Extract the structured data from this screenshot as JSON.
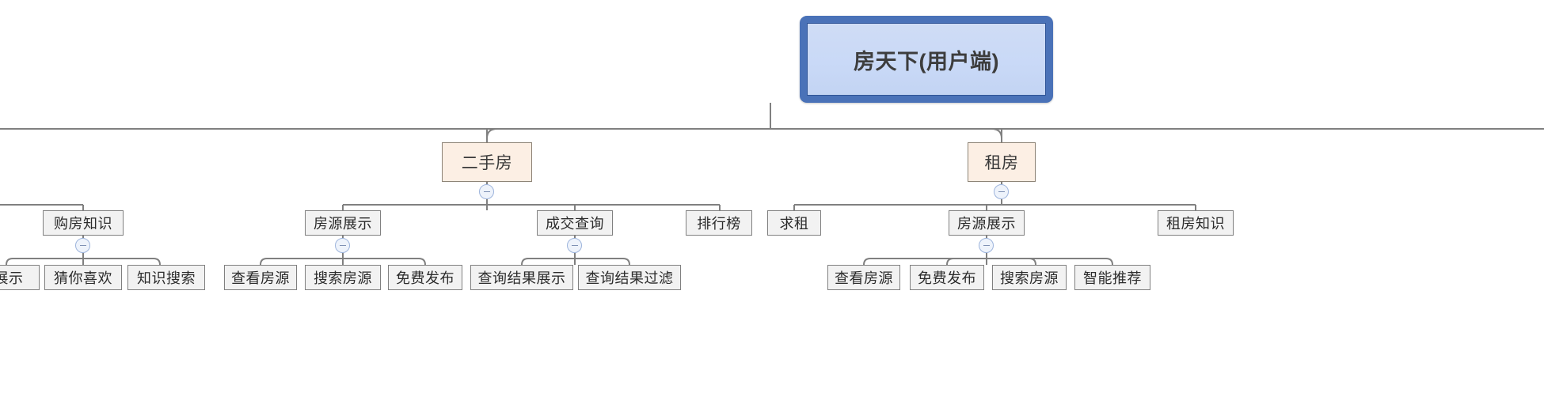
{
  "diagram": {
    "type": "tree-mindmap",
    "title": "房天下(用户端)",
    "colors": {
      "root_border": "#4a72b8",
      "root_fill": "#c9d9f7",
      "branch_fill": "#fcefe4",
      "branch_border": "#8c8275",
      "node_fill": "#f2f2f2",
      "node_border": "#808080",
      "edge": "#808080",
      "toggle_border": "#9db4dc",
      "toggle_fill": "#eef3fb"
    }
  },
  "root": {
    "label": "房天下(用户端)"
  },
  "branches": [
    {
      "id": "ershoufang",
      "label": "二手房"
    },
    {
      "id": "zufang",
      "label": "租房"
    }
  ],
  "level2": [
    {
      "id": "goufang-zhishi",
      "label": "购房知识",
      "parent": "hidden-left"
    },
    {
      "id": "fangyuan-zhanshi-1",
      "label": "房源展示",
      "parent": "ershoufang"
    },
    {
      "id": "chengjiao-chaxun",
      "label": "成交查询",
      "parent": "ershoufang"
    },
    {
      "id": "paihangbang",
      "label": "排行榜",
      "parent": "ershoufang"
    },
    {
      "id": "qiuzu",
      "label": "求租",
      "parent": "zufang"
    },
    {
      "id": "fangyuan-zhanshi-2",
      "label": "房源展示",
      "parent": "zufang"
    },
    {
      "id": "zufang-zhishi",
      "label": "租房知识",
      "parent": "zufang"
    }
  ],
  "leaves": [
    {
      "id": "zhanshi",
      "label": "展示",
      "parent": "goufang-zhishi",
      "clipped": true
    },
    {
      "id": "cainixihuan",
      "label": "猜你喜欢",
      "parent": "goufang-zhishi"
    },
    {
      "id": "zhishi-sousuo",
      "label": "知识搜索",
      "parent": "goufang-zhishi"
    },
    {
      "id": "chakan-fangyuan-1",
      "label": "查看房源",
      "parent": "fangyuan-zhanshi-1"
    },
    {
      "id": "sousuo-fangyuan-1",
      "label": "搜索房源",
      "parent": "fangyuan-zhanshi-1"
    },
    {
      "id": "mianfei-fabu-1",
      "label": "免费发布",
      "parent": "fangyuan-zhanshi-1"
    },
    {
      "id": "chaxun-jieguo-zhanshi",
      "label": "查询结果展示",
      "parent": "chengjiao-chaxun"
    },
    {
      "id": "chaxun-jieguo-guolv",
      "label": "查询结果过滤",
      "parent": "chengjiao-chaxun"
    },
    {
      "id": "chakan-fangyuan-2",
      "label": "查看房源",
      "parent": "fangyuan-zhanshi-2"
    },
    {
      "id": "mianfei-fabu-2",
      "label": "免费发布",
      "parent": "fangyuan-zhanshi-2"
    },
    {
      "id": "sousuo-fangyuan-2",
      "label": "搜索房源",
      "parent": "fangyuan-zhanshi-2"
    },
    {
      "id": "zhineng-tuijian",
      "label": "智能推荐",
      "parent": "fangyuan-zhanshi-2"
    }
  ],
  "toggles": [
    {
      "id": "toggle-ershoufang",
      "state": "expanded",
      "glyph": "minus"
    },
    {
      "id": "toggle-zufang",
      "state": "expanded",
      "glyph": "minus"
    },
    {
      "id": "toggle-goufang-zhishi",
      "state": "expanded",
      "glyph": "minus"
    },
    {
      "id": "toggle-fangyuan-zhanshi-1",
      "state": "expanded",
      "glyph": "minus"
    },
    {
      "id": "toggle-chengjiao-chaxun",
      "state": "expanded",
      "glyph": "minus"
    },
    {
      "id": "toggle-fangyuan-zhanshi-2",
      "state": "expanded",
      "glyph": "minus"
    }
  ]
}
